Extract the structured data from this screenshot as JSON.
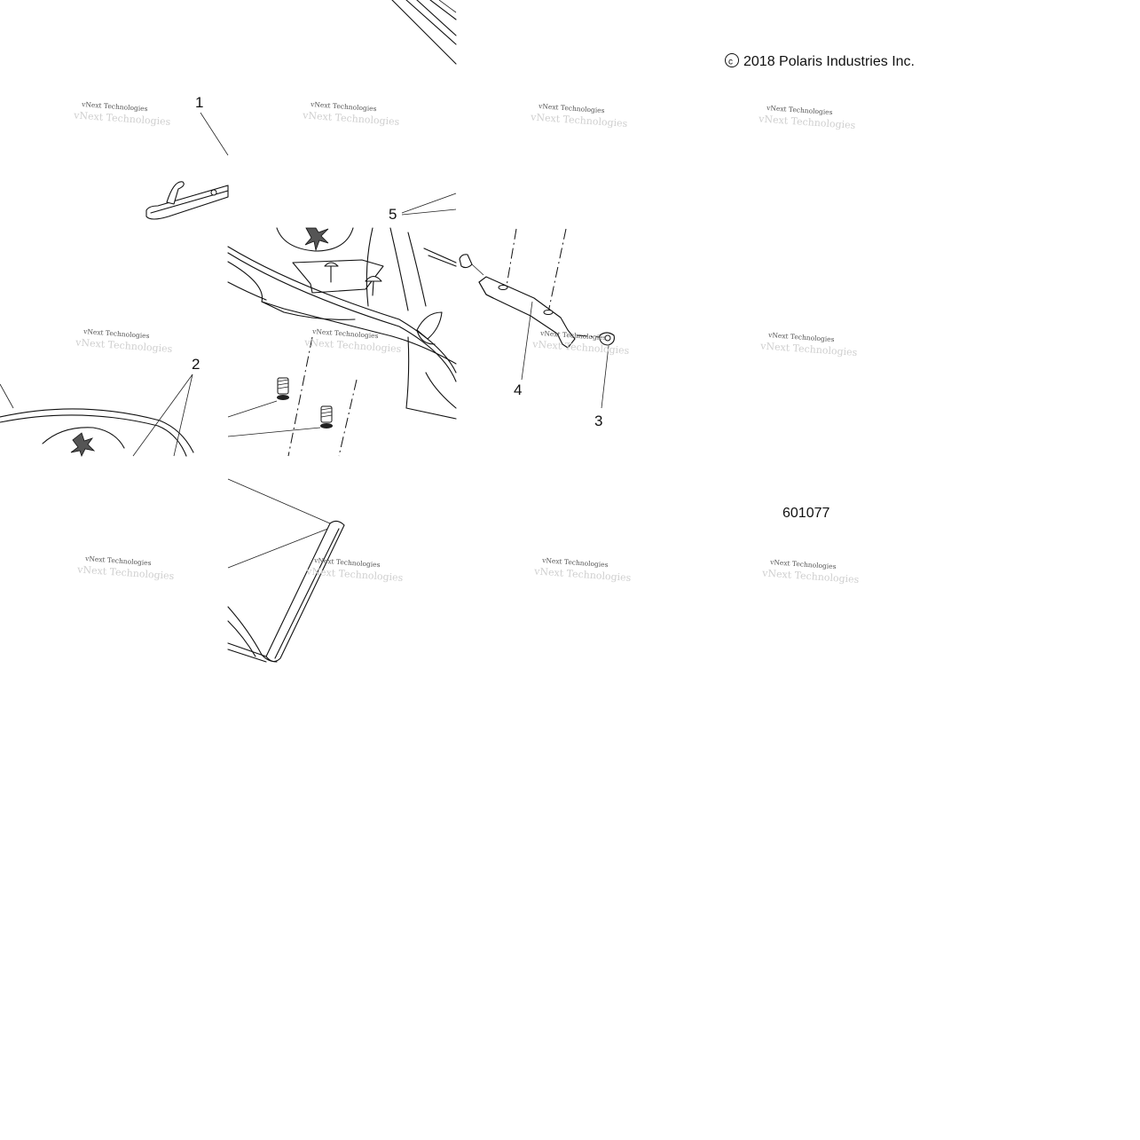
{
  "copyright": {
    "symbol": "ⓒ",
    "text": "2018 Polaris Industries Inc."
  },
  "diagram_number": "601077",
  "callouts": [
    "1",
    "2",
    "3",
    "4",
    "5"
  ],
  "watermark": {
    "line1": "vNext Technologies",
    "line2": "vNext Technologies"
  }
}
